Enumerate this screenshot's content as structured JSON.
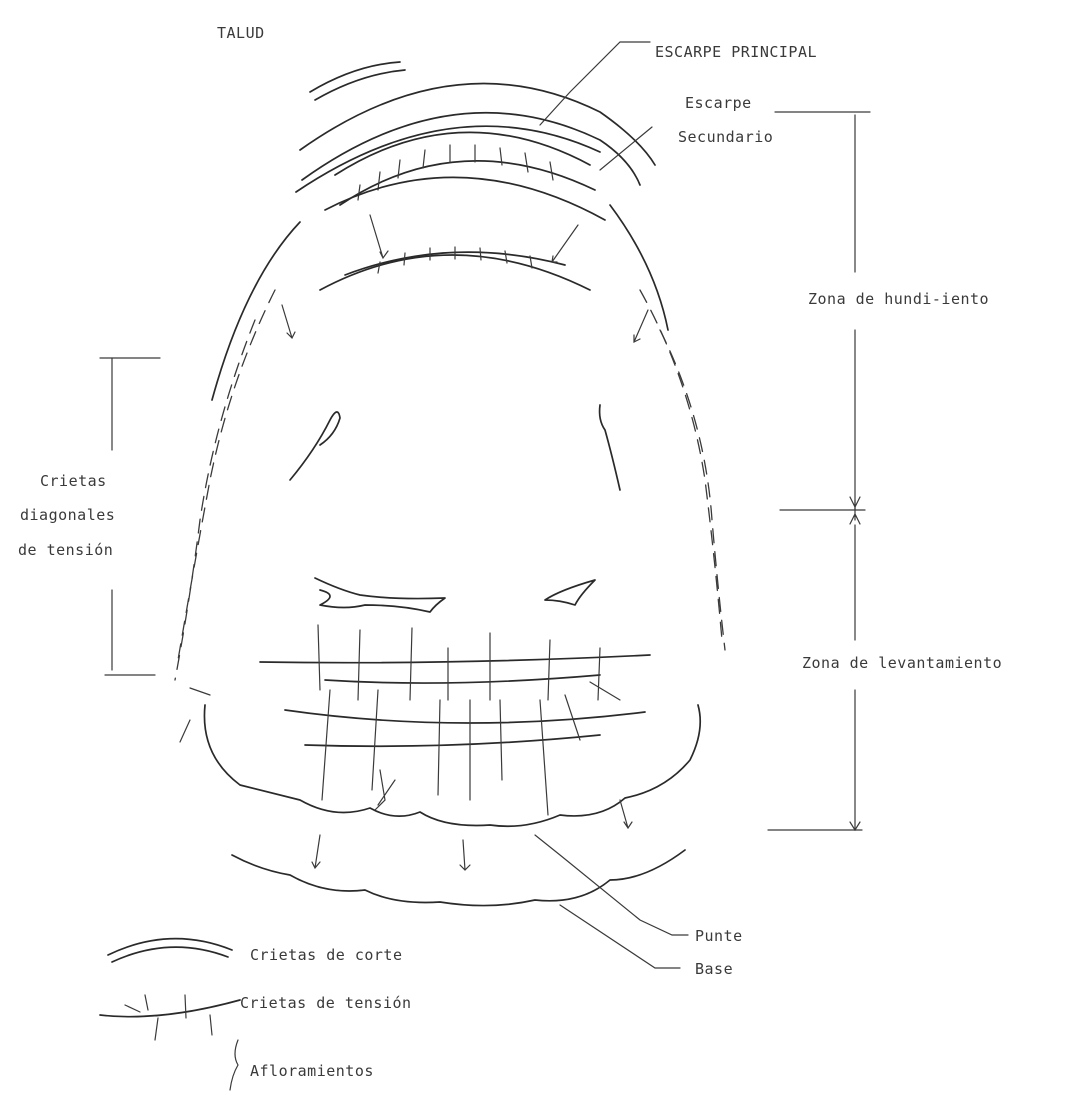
{
  "labels": {
    "talud": "TALUD",
    "escarpe_principal": "ESCARPE PRINCIPAL",
    "escarpe": "Escarpe",
    "secundario": "Secundario",
    "zona_hundimiento": "Zona de hundi-iento",
    "zona_levantamiento": "Zona de levantamiento",
    "grietas_line1": "Crietas",
    "grietas_line2": "diagonales",
    "grietas_line3": "de tensión",
    "punte": "Punte",
    "base": "Base"
  },
  "legend": {
    "corte": "Crietas de corte",
    "tension": "Crietas de tensión",
    "afloramientos": "Afloramientos"
  }
}
